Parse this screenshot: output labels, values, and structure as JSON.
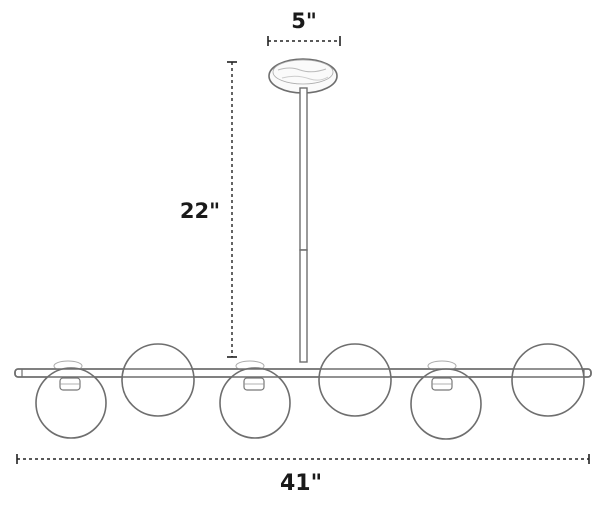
{
  "dimensions": {
    "canopy_diameter": "5\"",
    "drop_height": "22\"",
    "overall_length": "41\""
  },
  "colors": {
    "line": "#6e6e6e",
    "dim_line": "#222222",
    "globe_fill": "#ffffff"
  }
}
